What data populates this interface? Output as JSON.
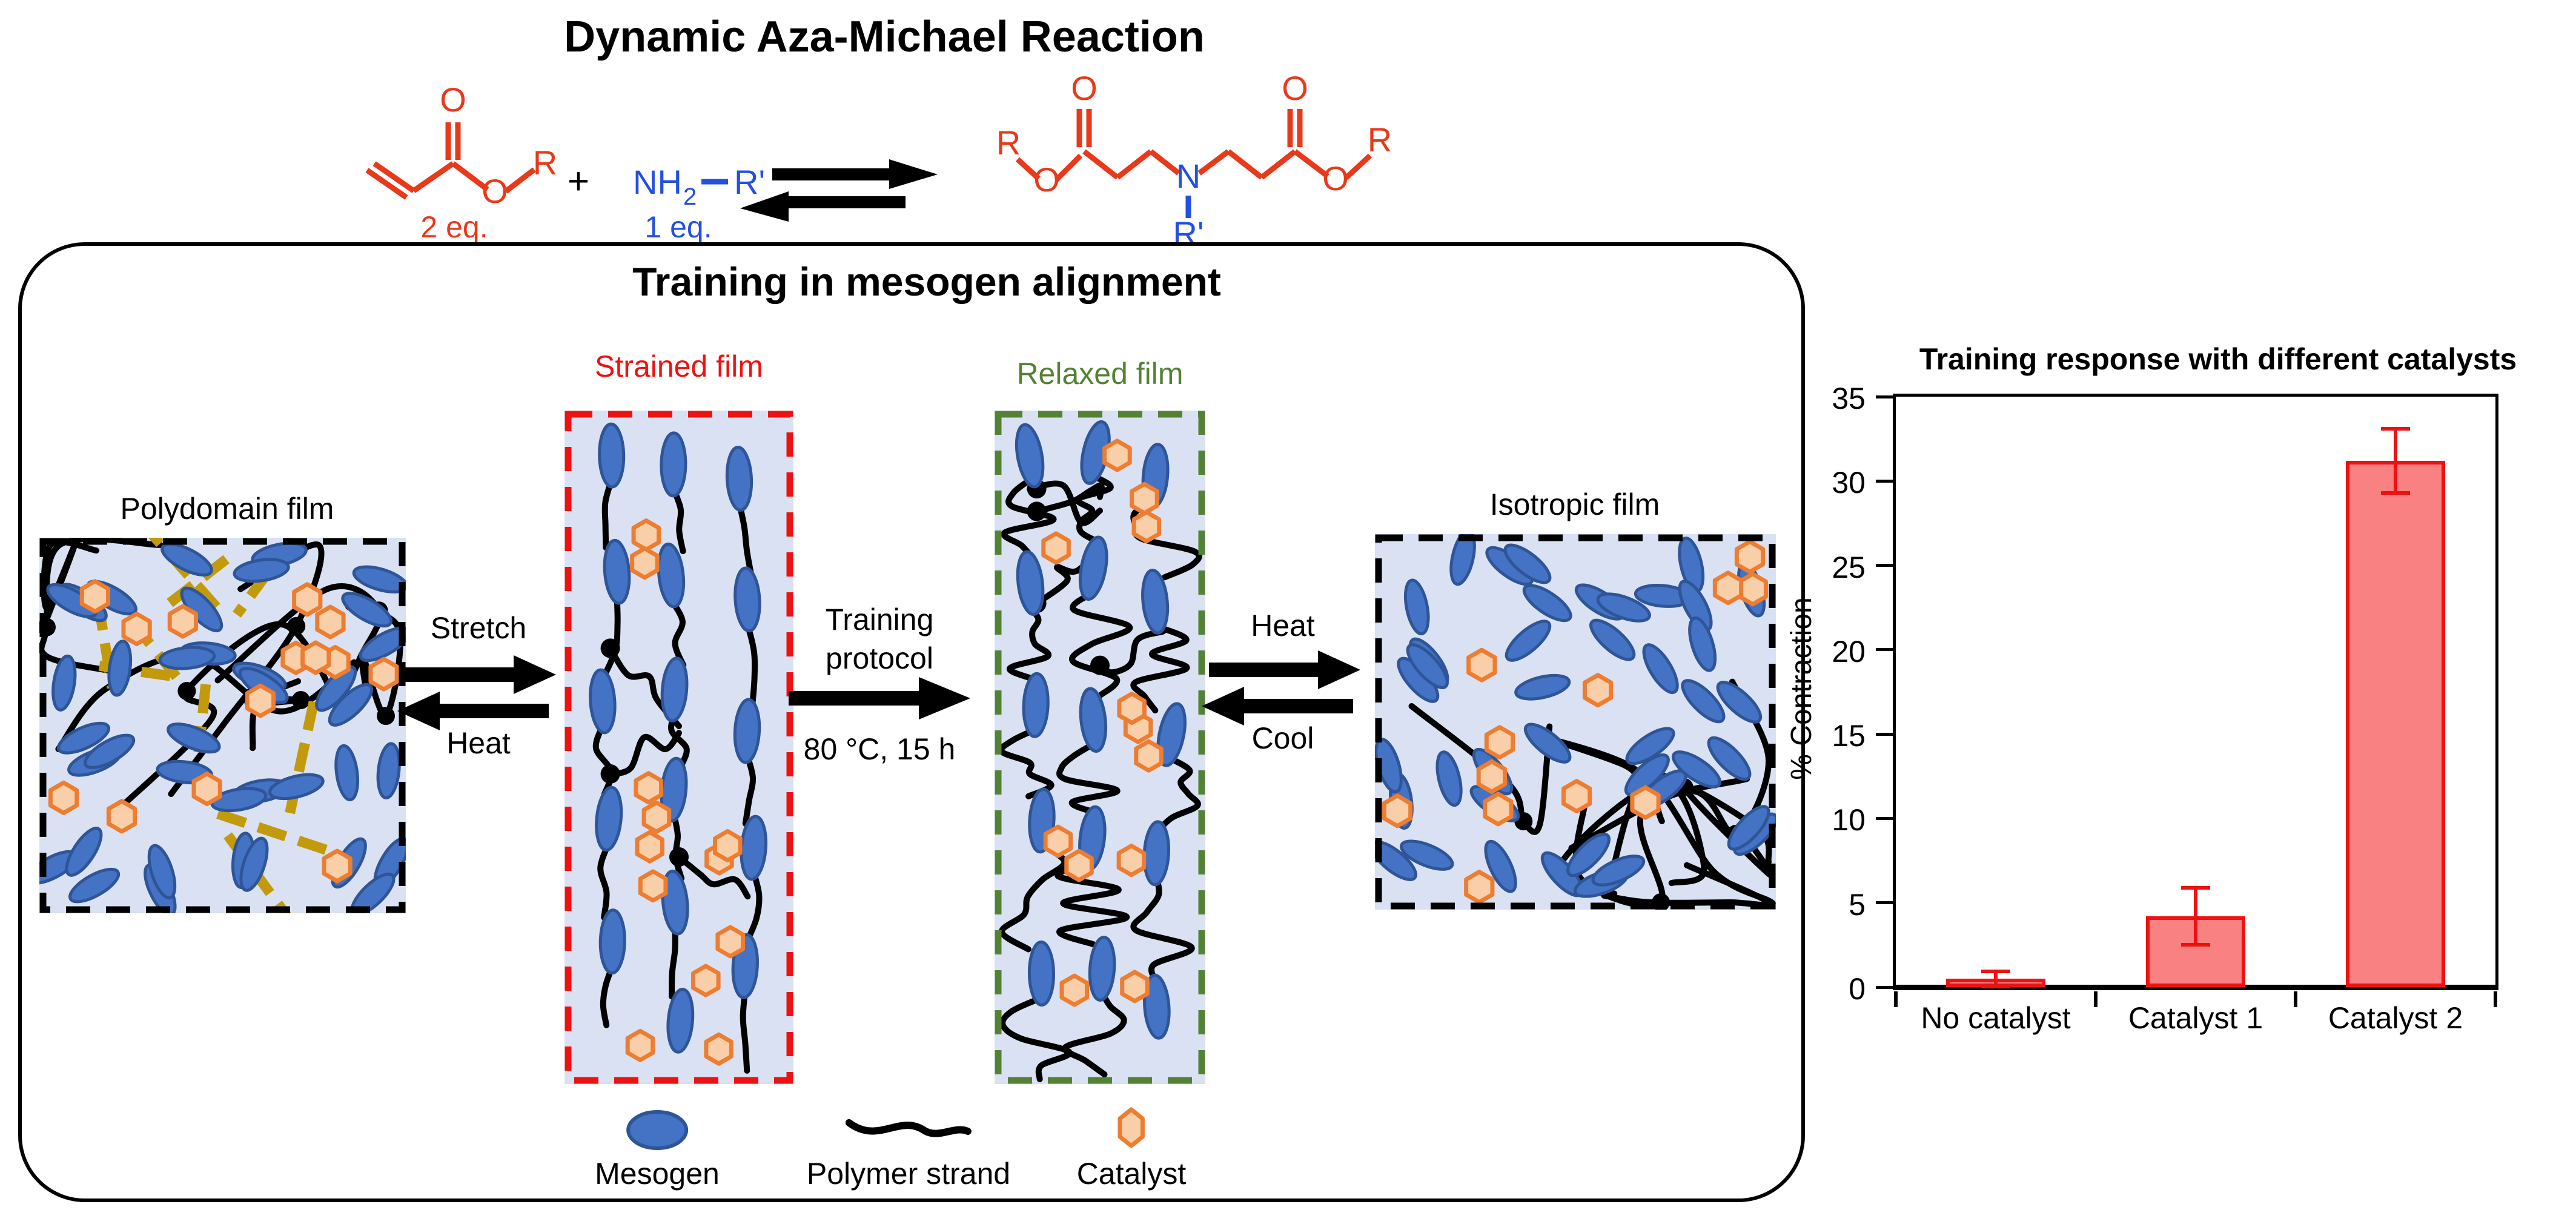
{
  "reaction_scheme": {
    "title": "Dynamic Aza-Michael Reaction",
    "reactant_labels": {
      "O": "O",
      "R": "R",
      "NH": "NH",
      "two_sub": "2",
      "R_prime": "R'",
      "N": "N"
    },
    "plus_sign": "+",
    "acrylate_equiv": "2 eq.",
    "amine_equiv": "1 eq."
  },
  "training_panel": {
    "title": "Training in mesogen alignment",
    "films": [
      {
        "label": "Polydomain film",
        "color": "#000000"
      },
      {
        "label": "Strained film",
        "color": "#EE1111"
      },
      {
        "label": "Relaxed film",
        "color": "#548235"
      },
      {
        "label": "Isotropic film",
        "color": "#000000"
      }
    ],
    "process_arrows": [
      {
        "top": "Stretch",
        "bottom": "Heat"
      },
      {
        "top": "Training",
        "top2": "protocol",
        "bottom": "80 °C, 15 h"
      },
      {
        "top": "Heat",
        "bottom": "Cool"
      }
    ],
    "legend": [
      {
        "icon": "mesogen-icon",
        "label": "Mesogen"
      },
      {
        "icon": "polymer-strand-icon",
        "label": "Polymer strand"
      },
      {
        "icon": "catalyst-icon",
        "label": "Catalyst"
      }
    ]
  },
  "chart_data": {
    "type": "bar",
    "title": "Training response with different catalysts",
    "categories": [
      "No catalyst",
      "Catalyst 1",
      "Catalyst 2"
    ],
    "values": [
      0.5,
      4.2,
      31.2
    ],
    "error_bars": [
      0.45,
      1.7,
      1.9
    ],
    "xlabel": "",
    "ylabel": "% Contraction",
    "ylim": [
      0,
      35
    ],
    "ytick_step": 5,
    "grid": false,
    "legend_position": "none"
  },
  "colors": {
    "reaction_red": "#E8391B",
    "reaction_blue": "#2450E0",
    "strained_red": "#EE1111",
    "relaxed_green": "#548235",
    "film_bg": "#D9E1F3",
    "mesogen_fill": "#4472C4",
    "mesogen_edge": "#2E5597",
    "catalyst_fill": "#F9CFA9",
    "catalyst_edge": "#ED7D31",
    "domain_director": "#C29A0B",
    "bar_fill": "#FA8181",
    "bar_edge": "#EE1111"
  }
}
